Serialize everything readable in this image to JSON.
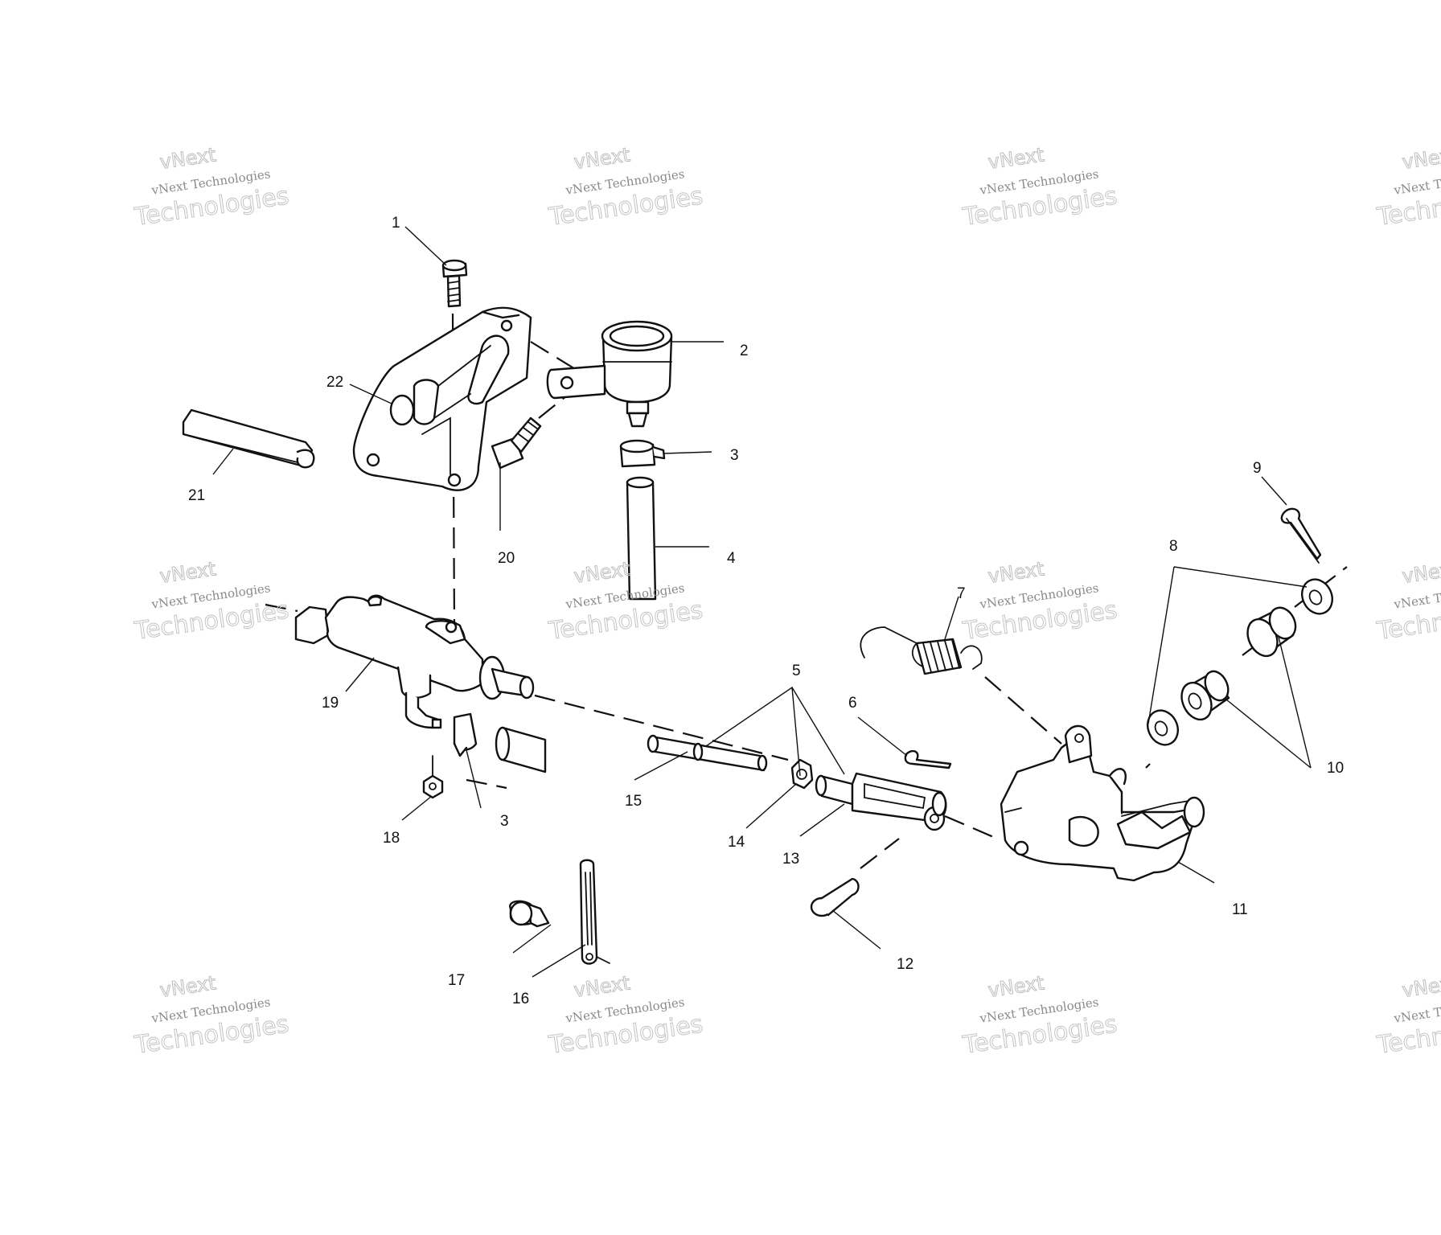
{
  "diagram": {
    "callouts": [
      "1",
      "2",
      "3",
      "4",
      "5",
      "6",
      "7",
      "8",
      "9",
      "10",
      "11",
      "12",
      "13",
      "14",
      "15",
      "16",
      "17",
      "18",
      "19",
      "20",
      "21",
      "22",
      "3"
    ]
  },
  "watermark": {
    "line1": "vNext",
    "line2": "vNext Technologies",
    "line3": "Technologies"
  },
  "colors": {
    "ink": "#111111",
    "watermark": "#bdbdbd",
    "background": "#ffffff"
  }
}
